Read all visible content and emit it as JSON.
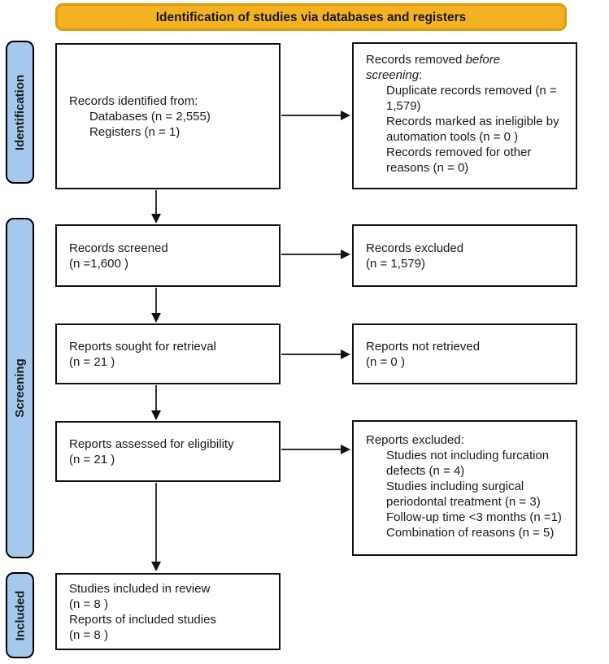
{
  "banner": {
    "title": "Identification of studies via databases and registers"
  },
  "colors": {
    "banner_fill": "#F4B223",
    "banner_border": "#DC9B10",
    "stage_fill": "#A5C8EC"
  },
  "stages": {
    "identification": "Identification",
    "screening": "Screening",
    "included": "Included"
  },
  "boxes": {
    "records_identified": {
      "intro": "Records identified from:",
      "items": [
        "Databases (n = 2,555)",
        "Registers (n = 1)"
      ]
    },
    "records_removed": {
      "intro_plain": "Records removed ",
      "intro_italic_line1": "before",
      "intro_italic_line2": "screening",
      "intro_suffix": ":",
      "items": [
        "Duplicate records removed (n = 1,579)",
        "Records marked as ineligible by automation tools (n = 0 )",
        "Records removed for other reasons (n = 0)"
      ]
    },
    "records_screened": {
      "text": "Records screened\n(n =1,600 )"
    },
    "records_excluded": {
      "text": "Records excluded\n(n = 1,579)"
    },
    "reports_sought": {
      "text": "Reports sought for retrieval\n(n = 21 )"
    },
    "reports_not_retrieved": {
      "text": "Reports not retrieved\n(n = 0 )"
    },
    "reports_assessed": {
      "text": "Reports assessed for eligibility\n(n = 21 )"
    },
    "reports_excluded": {
      "intro": "Reports excluded:",
      "items": [
        "Studies not including furcation defects (n = 4)",
        "Studies including surgical periodontal treatment (n = 3)",
        "Follow-up time <3 months (n =1)",
        "Combination of reasons (n = 5)"
      ]
    },
    "studies_included": {
      "text": "Studies included in review\n(n = 8 )\nReports of included studies\n(n = 8 )"
    }
  }
}
